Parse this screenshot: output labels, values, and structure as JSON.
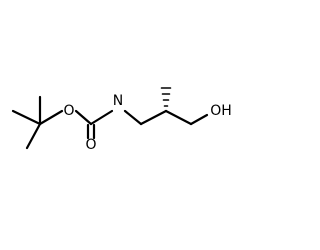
{
  "atoms": {
    "ester_oxygen": "O",
    "carbonyl_oxygen": "O",
    "nitrogen": "N",
    "hydroxyl": "OH"
  },
  "colors": {
    "bond": "#000000",
    "background": "#ffffff"
  }
}
